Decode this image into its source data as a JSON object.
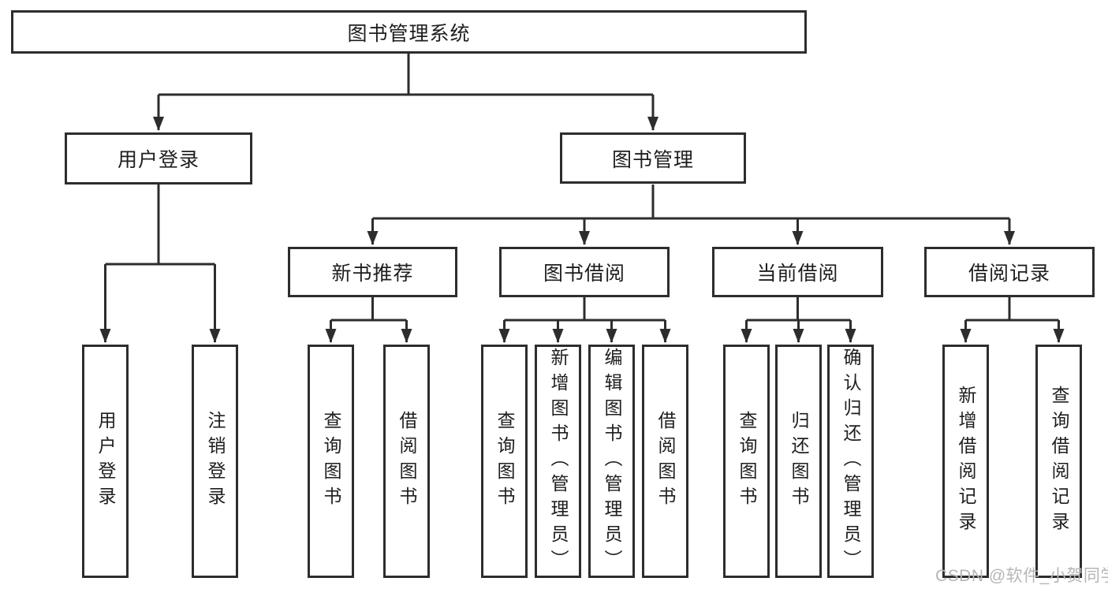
{
  "diagram": {
    "root": {
      "label": "图书管理系统",
      "children": [
        {
          "label": "用户登录",
          "children": [
            {
              "label": "用户登录"
            },
            {
              "label": "注销登录"
            }
          ]
        },
        {
          "label": "图书管理",
          "children": [
            {
              "label": "新书推荐",
              "children": [
                {
                  "label": "查询图书"
                },
                {
                  "label": "借阅图书"
                }
              ]
            },
            {
              "label": "图书借阅",
              "children": [
                {
                  "label": "查询图书"
                },
                {
                  "label": "新增图书（管理员）"
                },
                {
                  "label": "编辑图书（管理员）"
                },
                {
                  "label": "借阅图书"
                }
              ]
            },
            {
              "label": "当前借阅",
              "children": [
                {
                  "label": "查询图书"
                },
                {
                  "label": "归还图书"
                },
                {
                  "label": "确认归还（管理员）"
                }
              ]
            },
            {
              "label": "借阅记录",
              "children": [
                {
                  "label": "新增借阅记录"
                },
                {
                  "label": "查询借阅记录"
                }
              ]
            }
          ]
        }
      ]
    }
  },
  "watermark": {
    "text": "CSDN @软件_小贺同学",
    "color": "#b6b6b6"
  },
  "colors": {
    "line": "#2d2d2d",
    "box_border": "#2d2d2d",
    "box_background": "#ffffff",
    "text": "#1e1e1e",
    "page_background": "#ffffff"
  }
}
